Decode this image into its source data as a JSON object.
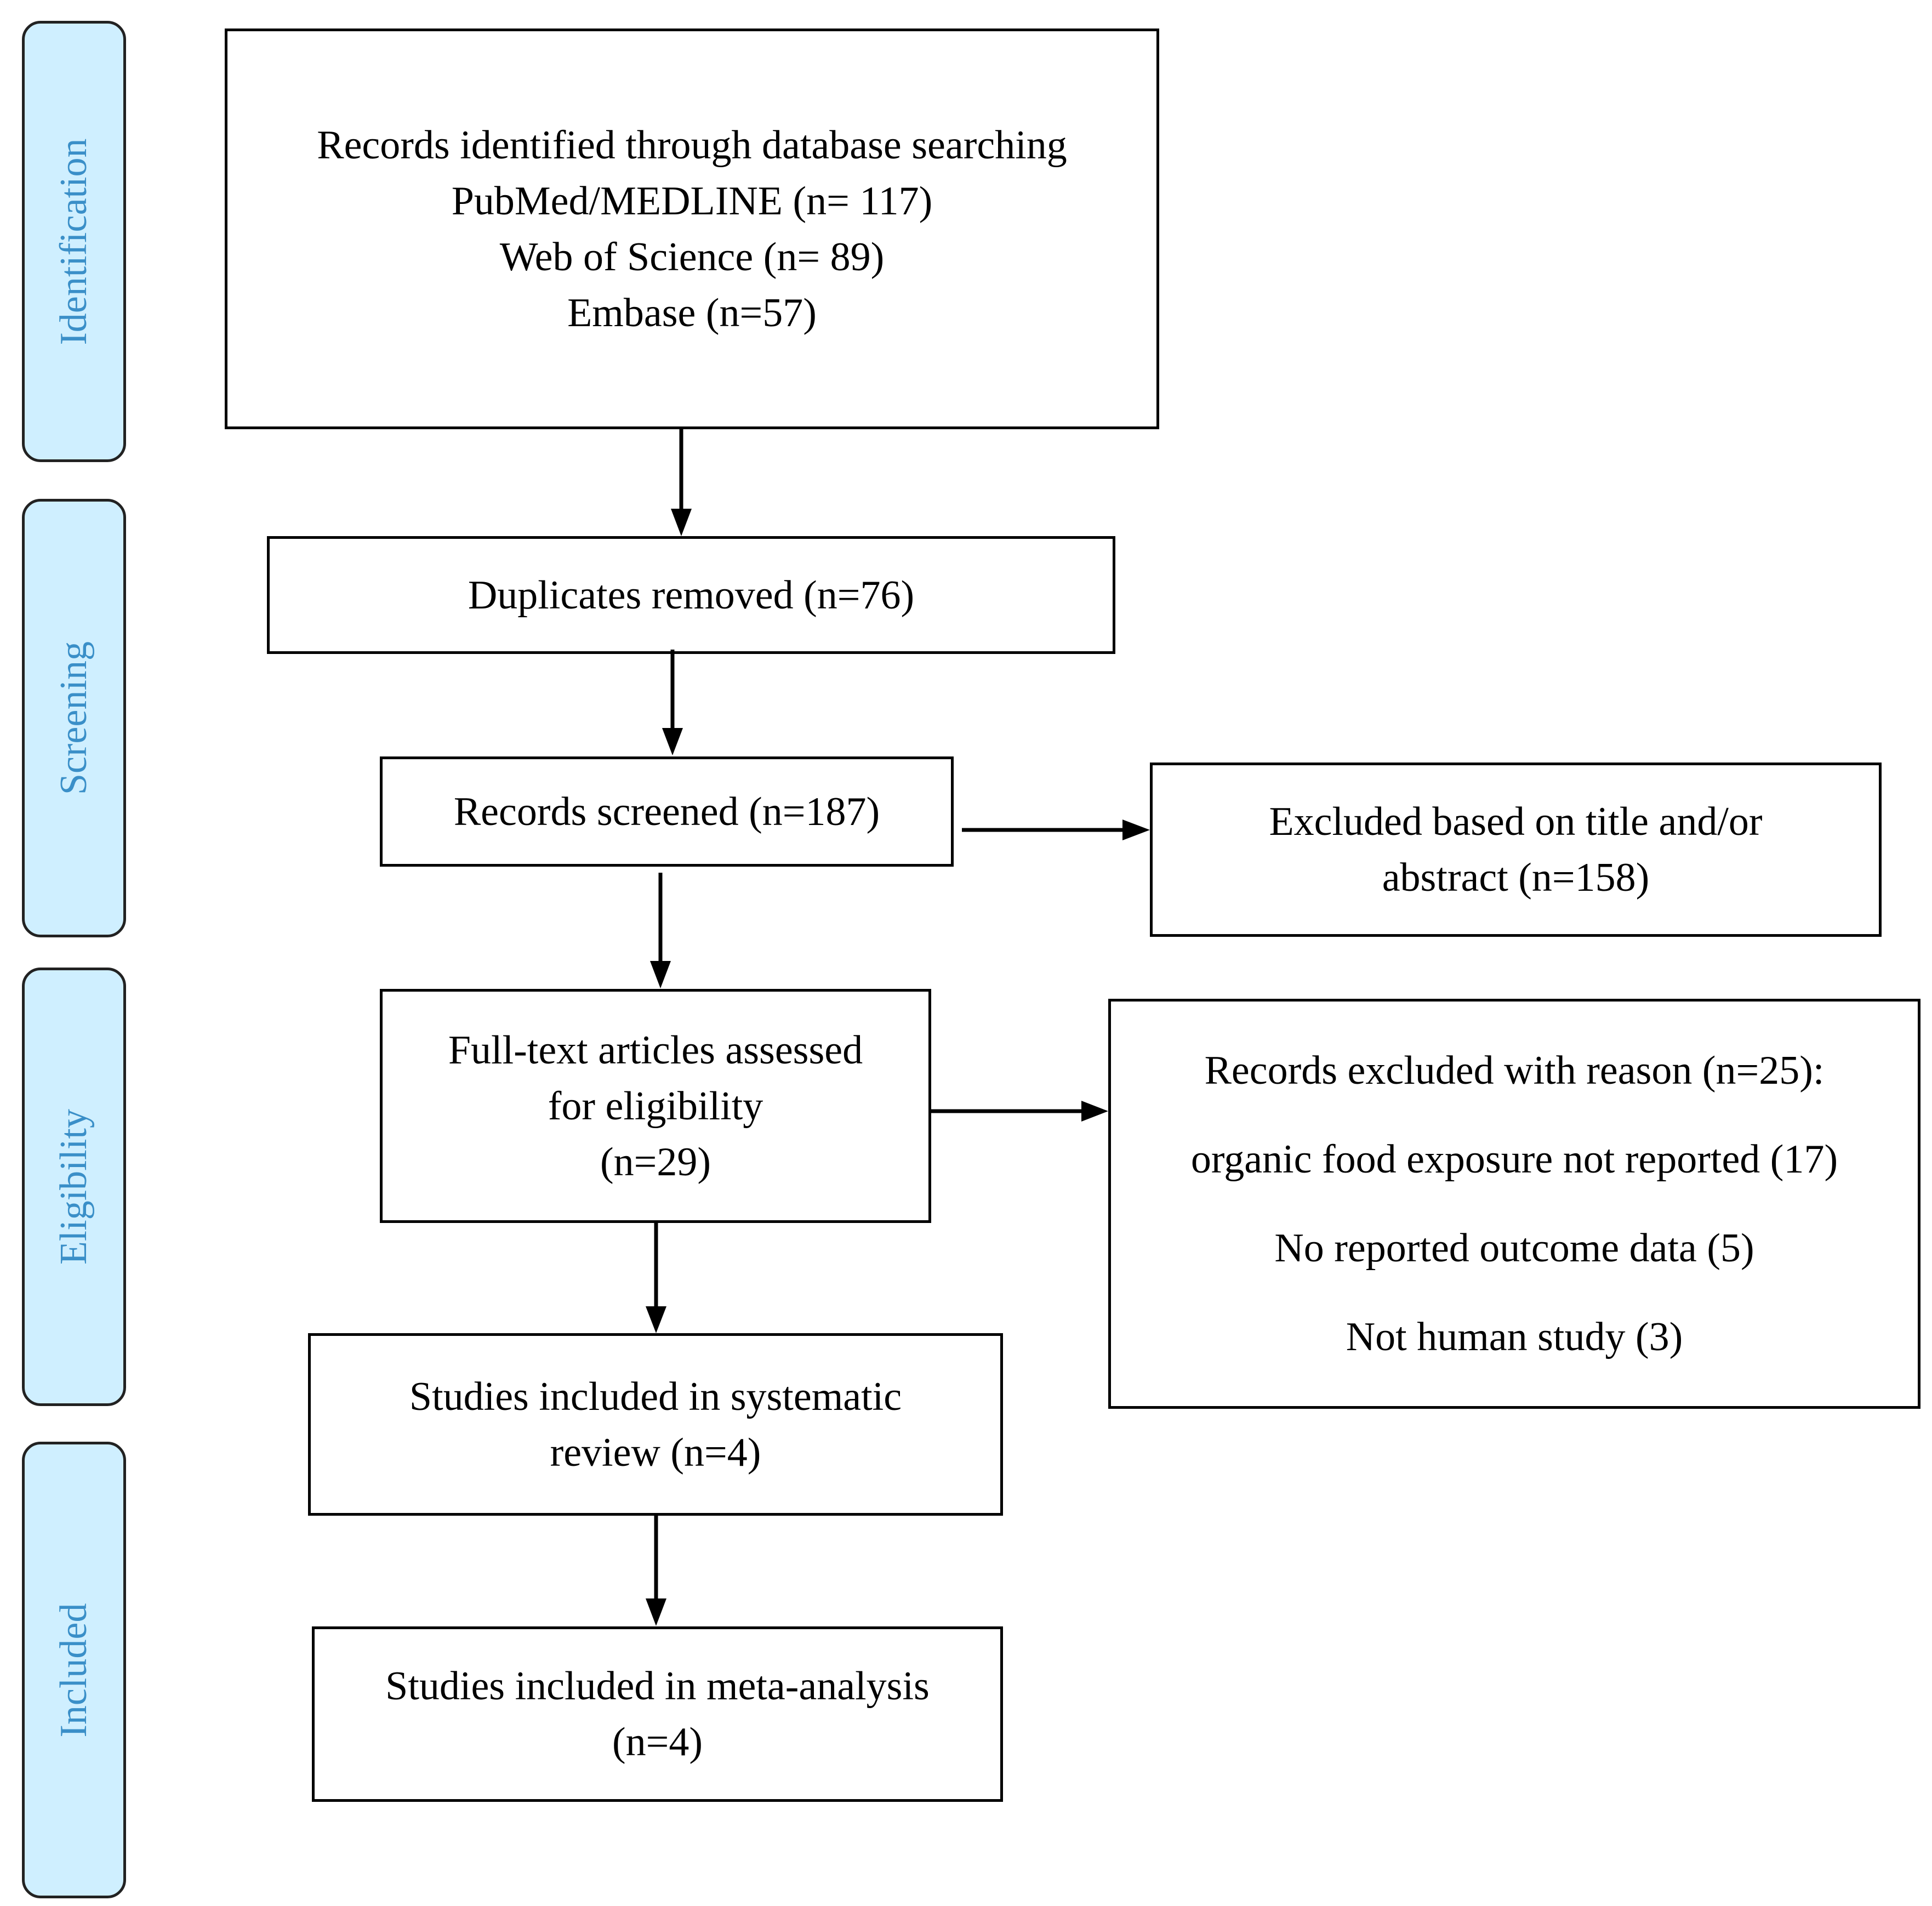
{
  "stages": {
    "identification": "Identification",
    "screening": "Screening",
    "eligibility": "Eligibility",
    "included": "Included"
  },
  "boxes": {
    "identified": {
      "line1": "Records identified through database searching",
      "line2": "PubMed/MEDLINE (n= 117)",
      "line3": "Web of Science (n= 89)",
      "line4": "Embase (n=57)"
    },
    "duplicates": {
      "line1": "Duplicates removed (n=76)"
    },
    "screened": {
      "line1": "Records screened (n=187)"
    },
    "excluded_title": {
      "line1": "Excluded based on title and/or",
      "line2": "abstract (n=158)"
    },
    "full_text": {
      "line1": "Full-text articles assessed",
      "line2": "for eligibility",
      "line3": "(n=29)"
    },
    "excluded_reason": {
      "line1": "Records excluded with reason (n=25):",
      "line2": "organic food exposure not reported (17)",
      "line3": "No reported outcome data (5)",
      "line4": "Not human study (3)"
    },
    "systematic_review": {
      "line1": "Studies included in systematic",
      "line2": "review (n=4)"
    },
    "meta_analysis": {
      "line1": "Studies included in meta-analysis",
      "line2": "(n=4)"
    }
  },
  "colors": {
    "stage_fill": "#cfefff",
    "stage_text": "#3a8fc8",
    "line": "#000000"
  }
}
